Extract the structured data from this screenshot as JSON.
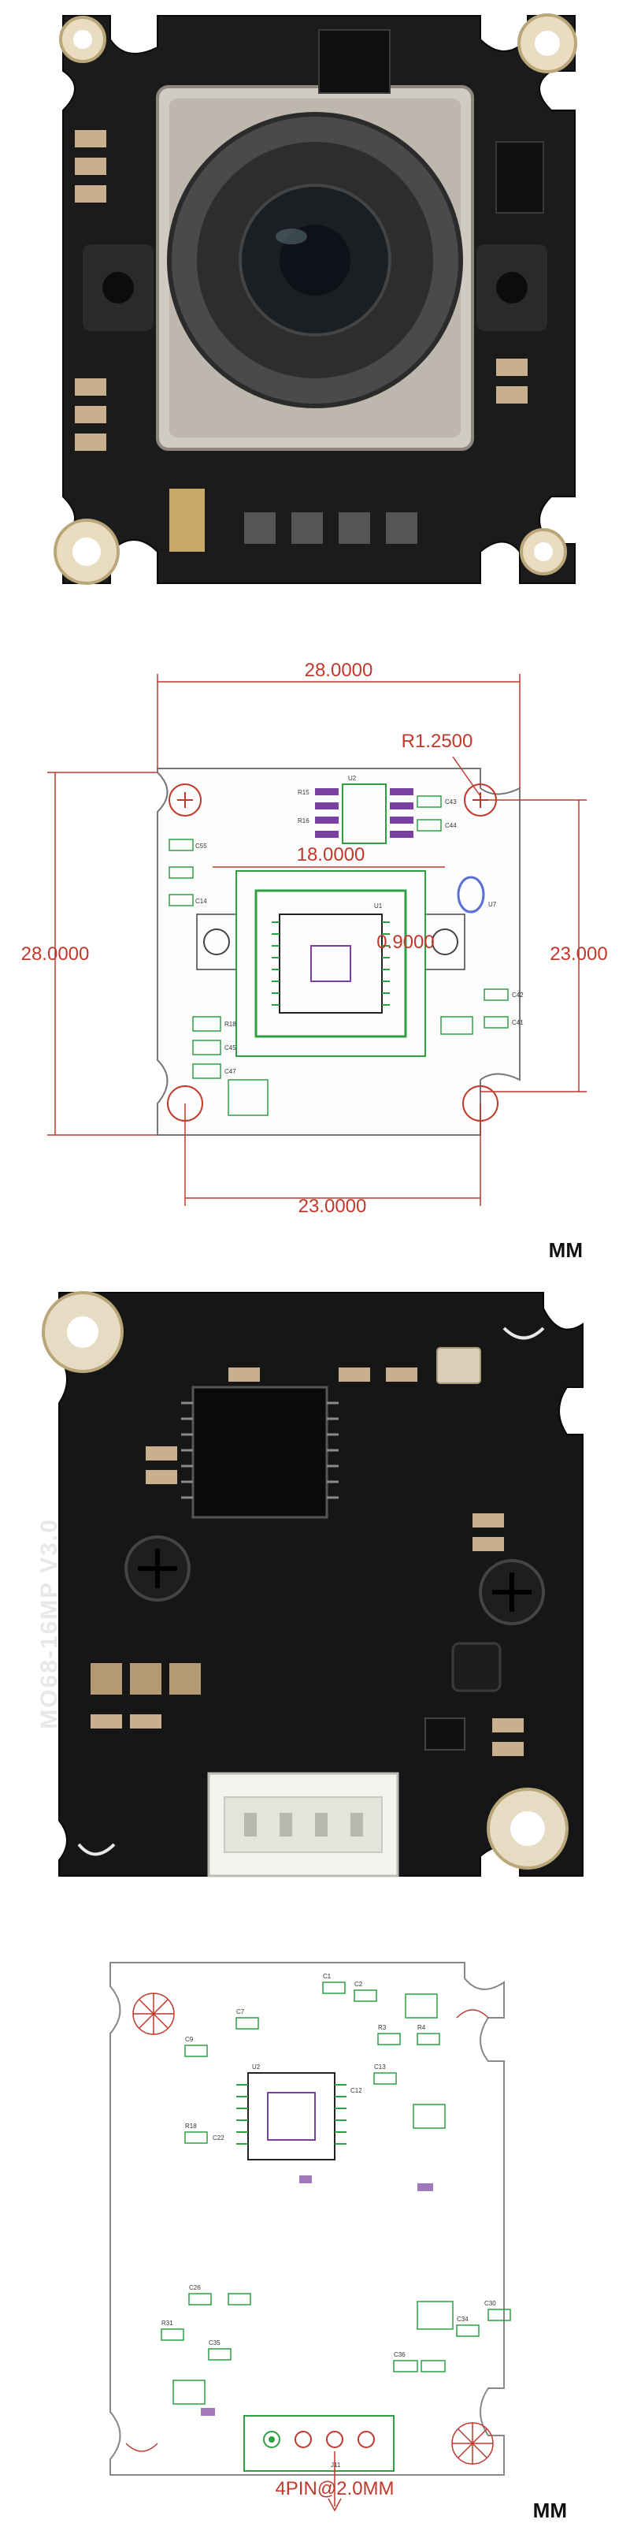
{
  "panel1": {
    "colors": {
      "pcb": "#1b1b1b",
      "pad_gold": "#e9dcc0",
      "lens": "#222222",
      "housing": "#cfcac2"
    }
  },
  "panel2": {
    "dim_top": "28.0000",
    "dim_radius": "R1.2500",
    "dim_inner": "18.0000",
    "dim_left": "28.0000",
    "dim_right": "23.000",
    "dim_bottom": "23.0000",
    "dim_hole": "0.9000",
    "unit": "MM",
    "labels": [
      "C55",
      "C14",
      "R18",
      "C45",
      "C47",
      "U1",
      "U7",
      "C42",
      "C41",
      "U2",
      "R15",
      "R16",
      "C43",
      "C44"
    ],
    "colors": {
      "dim_line": "#c0392b",
      "component": "#2ea043",
      "silk": "#7a3fa0"
    }
  },
  "panel3": {
    "board_label": "MO68-16MP V3.0",
    "colors": {
      "pcb": "#161616",
      "pad_gold": "#e6dcc3",
      "connector": "#f3f3ef"
    }
  },
  "panel4": {
    "connector_label": "4PIN@2.0MM",
    "unit": "MM",
    "labels": [
      "C1",
      "C2",
      "R3",
      "R4",
      "C7",
      "C9",
      "U2",
      "C12",
      "C13",
      "R18",
      "C22",
      "C26",
      "C30",
      "C34",
      "R31",
      "C35",
      "C36",
      "J11"
    ],
    "colors": {
      "dim_line": "#c0392b",
      "component": "#2ea043",
      "silk": "#7a3fa0"
    }
  }
}
